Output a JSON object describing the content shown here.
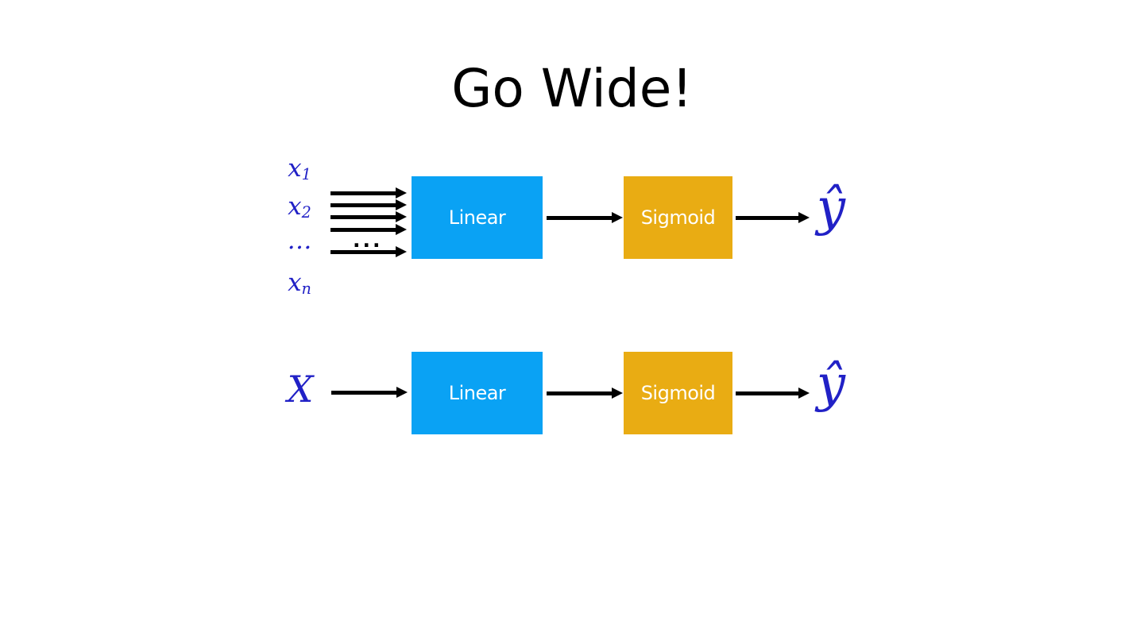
{
  "title": "Go Wide!",
  "colors": {
    "background": "#ffffff",
    "title_text": "#000000",
    "math_text": "#2121c6",
    "linear_box": "#0aa2f4",
    "sigmoid_box": "#e9ac13",
    "box_label_text": "#ffffff",
    "arrow": "#000000"
  },
  "wide_model": {
    "inputs": [
      {
        "base": "x",
        "sub": "1"
      },
      {
        "base": "x",
        "sub": "2"
      },
      {
        "base": "…",
        "sub": ""
      },
      {
        "base": "x",
        "sub": "n"
      }
    ],
    "ellipsis_between_arrows": "...",
    "linear_label": "Linear",
    "sigmoid_label": "Sigmoid",
    "output_label": "ŷ"
  },
  "matrix_model": {
    "input_label": "X",
    "linear_label": "Linear",
    "sigmoid_label": "Sigmoid",
    "output_label": "ŷ"
  }
}
